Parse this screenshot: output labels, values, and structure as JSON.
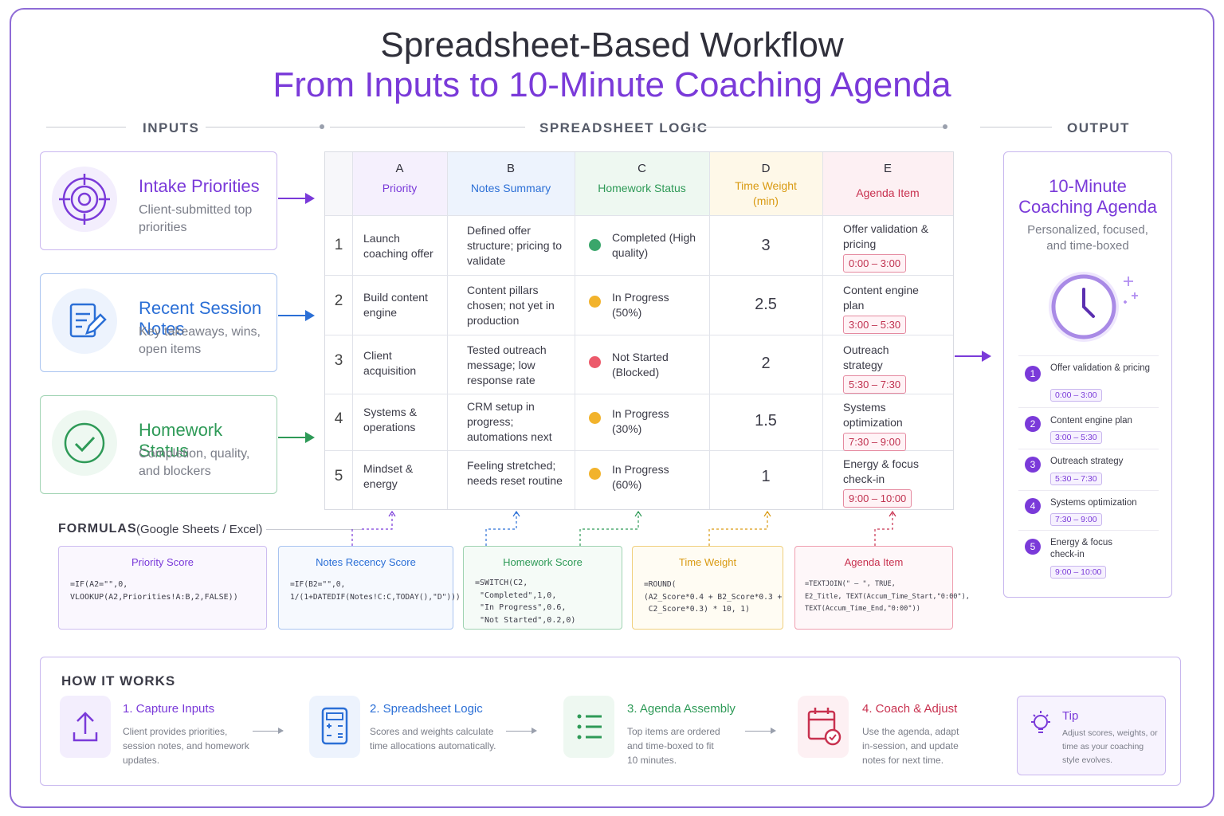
{
  "title": {
    "line1": "Spreadsheet-Based Workflow",
    "line2": "From Inputs to 10-Minute Coaching Agenda"
  },
  "sections": {
    "inputs": "INPUTS",
    "logic": "SPREADSHEET LOGIC",
    "output": "OUTPUT"
  },
  "inputs": [
    {
      "title": "Intake Priorities",
      "subtitle": "Client-submitted top priorities",
      "color": "#7a3ad9",
      "icon": "target-icon"
    },
    {
      "title": "Recent Session Notes",
      "subtitle": "Key takeaways, wins, open items",
      "color": "#2b6fd6",
      "icon": "notes-edit-icon"
    },
    {
      "title": "Homework Status",
      "subtitle": "Completion, quality, and blockers",
      "color": "#2e9a57",
      "icon": "check-circle-icon"
    }
  ],
  "sheet": {
    "columns": [
      {
        "letter": "A",
        "name": "Priority",
        "color": "#7a3ad9",
        "bg": "#f5f0fd"
      },
      {
        "letter": "B",
        "name": "Notes Summary",
        "color": "#2b6fd6",
        "bg": "#edf3fd"
      },
      {
        "letter": "C",
        "name": "Homework Status",
        "color": "#2e9a57",
        "bg": "#eef8f1"
      },
      {
        "letter": "D",
        "name": "Time Weight (min)",
        "color": "#d99a12",
        "bg": "#fef8e8"
      },
      {
        "letter": "E",
        "name": "Agenda Item",
        "color": "#c8314f",
        "bg": "#fdf0f3"
      }
    ],
    "rows": [
      {
        "n": "1",
        "priority": "Launch coaching offer",
        "notes": "Defined offer structure; pricing to validate",
        "status": "Completed (High quality)",
        "status_color": "#3aa66b",
        "weight": "3",
        "agenda": "Offer validation & pricing",
        "time": "0:00 – 3:00"
      },
      {
        "n": "2",
        "priority": "Build content engine",
        "notes": "Content pillars chosen; not yet in production",
        "status": "In Progress (50%)",
        "status_color": "#f2b32c",
        "weight": "2.5",
        "agenda": "Content engine plan",
        "time": "3:00 – 5:30"
      },
      {
        "n": "3",
        "priority": "Client acquisition",
        "notes": "Tested outreach message; low response rate",
        "status": "Not Started (Blocked)",
        "status_color": "#ec5a6b",
        "weight": "2",
        "agenda": "Outreach strategy",
        "time": "5:30 – 7:30"
      },
      {
        "n": "4",
        "priority": "Systems & operations",
        "notes": "CRM setup in progress; automations next",
        "status": "In Progress (30%)",
        "status_color": "#f2b32c",
        "weight": "1.5",
        "agenda": "Systems optimization",
        "time": "7:30 – 9:00"
      },
      {
        "n": "5",
        "priority": "Mindset & energy",
        "notes": "Feeling stretched; needs reset routine",
        "status": "In Progress (60%)",
        "status_color": "#f2b32c",
        "weight": "1",
        "agenda": "Energy & focus check-in",
        "time": "9:00 – 10:00"
      }
    ]
  },
  "formulas": {
    "label": "FORMULAS",
    "sublabel": "(Google Sheets / Excel)",
    "items": [
      {
        "title": "Priority Score",
        "code": "=IF(A2=\"\",0,\nVLOOKUP(A2,Priorities!A:B,2,FALSE))",
        "color": "#7a3ad9"
      },
      {
        "title": "Notes Recency Score",
        "code": "=IF(B2=\"\",0,\n1/(1+DATEDIF(Notes!C:C,TODAY(),\"D\")))",
        "color": "#2b6fd6"
      },
      {
        "title": "Homework Score",
        "code": "=SWITCH(C2,\n \"Completed\",1,0,\n \"In Progress\",0.6,\n \"Not Started\",0.2,0)",
        "color": "#2e9a57"
      },
      {
        "title": "Time Weight",
        "code": "=ROUND(\n(A2_Score*0.4 + B2_Score*0.3 +\n C2_Score*0.3) * 10, 1)",
        "color": "#d99a12"
      },
      {
        "title": "Agenda Item",
        "code": "=TEXTJOIN(\" – \", TRUE,\nE2_Title, TEXT(Accum_Time_Start,\"0:00\"),\nTEXT(Accum_Time_End,\"0:00\"))",
        "color": "#c8314f"
      }
    ]
  },
  "output": {
    "title": "10-Minute Coaching Agenda",
    "subtitle": "Personalized, focused, and time-boxed",
    "icon": "clock-icon",
    "items": [
      {
        "n": "1",
        "label": "Offer validation & pricing",
        "time": "0:00 – 3:00"
      },
      {
        "n": "2",
        "label": "Content engine plan",
        "time": "3:00 – 5:30"
      },
      {
        "n": "3",
        "label": "Outreach strategy",
        "time": "5:30 – 7:30"
      },
      {
        "n": "4",
        "label": "Systems optimization",
        "time": "7:30 – 9:00"
      },
      {
        "n": "5",
        "label": "Energy & focus check-in",
        "time": "9:00 – 10:00"
      }
    ]
  },
  "how": {
    "title": "HOW IT WORKS",
    "steps": [
      {
        "title": "1. Capture Inputs",
        "text": "Client provides priorities, session notes, and homework updates.",
        "color": "#7a3ad9",
        "icon": "upload-icon"
      },
      {
        "title": "2. Spreadsheet Logic",
        "text": "Scores and weights calculate time allocations automatically.",
        "color": "#2b6fd6",
        "icon": "calculator-icon"
      },
      {
        "title": "3. Agenda Assembly",
        "text": "Top items are ordered and time-boxed to fit 10 minutes.",
        "color": "#2e9a57",
        "icon": "list-icon"
      },
      {
        "title": "4. Coach & Adjust",
        "text": "Use the agenda, adapt in-session, and update notes for next time.",
        "color": "#c8314f",
        "icon": "calendar-check-icon"
      }
    ],
    "tip": {
      "title": "Tip",
      "text": "Adjust scores, weights, or time as your coaching style evolves.",
      "icon": "lightbulb-icon"
    }
  }
}
